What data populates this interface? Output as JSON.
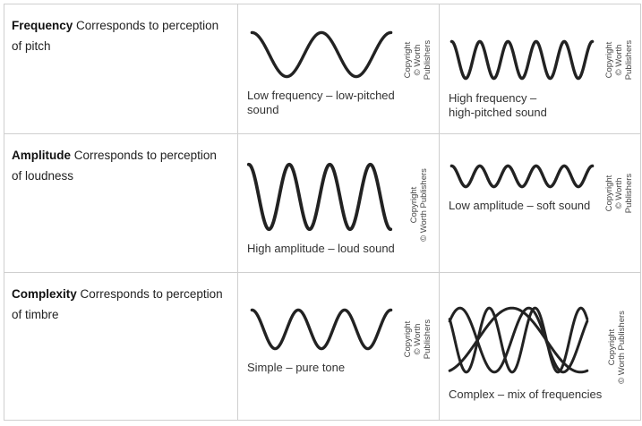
{
  "rows": [
    {
      "property": "Frequency",
      "description": "Corresponds to perception of pitch",
      "left": {
        "caption_lines": [
          "Low frequency – low-pitched",
          "sound"
        ]
      },
      "right": {
        "caption_lines": [
          "High frequency –",
          "high-pitched sound"
        ]
      }
    },
    {
      "property": "Amplitude",
      "description": "Corresponds to perception of loudness",
      "left": {
        "caption_lines": [
          "High amplitude – loud sound"
        ]
      },
      "right": {
        "caption_lines": [
          "Low amplitude – soft sound"
        ]
      }
    },
    {
      "property": "Complexity",
      "description": "Corresponds to perception of timbre",
      "left": {
        "caption_lines": [
          "Simple – pure tone"
        ]
      },
      "right": {
        "caption_lines": [
          "Complex – mix of frequencies"
        ]
      }
    }
  ],
  "credit_lines": {
    "three": [
      "Copyright",
      "© Worth",
      "Publishers"
    ],
    "two": [
      "Copyright",
      "© Worth Publishers"
    ]
  },
  "waves": {
    "freq_low": {
      "cycles": 2
    },
    "freq_high": {
      "cycles": 5
    },
    "amp_high": {
      "cycles": 3.5
    },
    "amp_low": {
      "cycles": 5
    },
    "simple": {
      "cycles": 3
    },
    "complex": {
      "components": [
        1,
        2,
        3
      ]
    }
  }
}
